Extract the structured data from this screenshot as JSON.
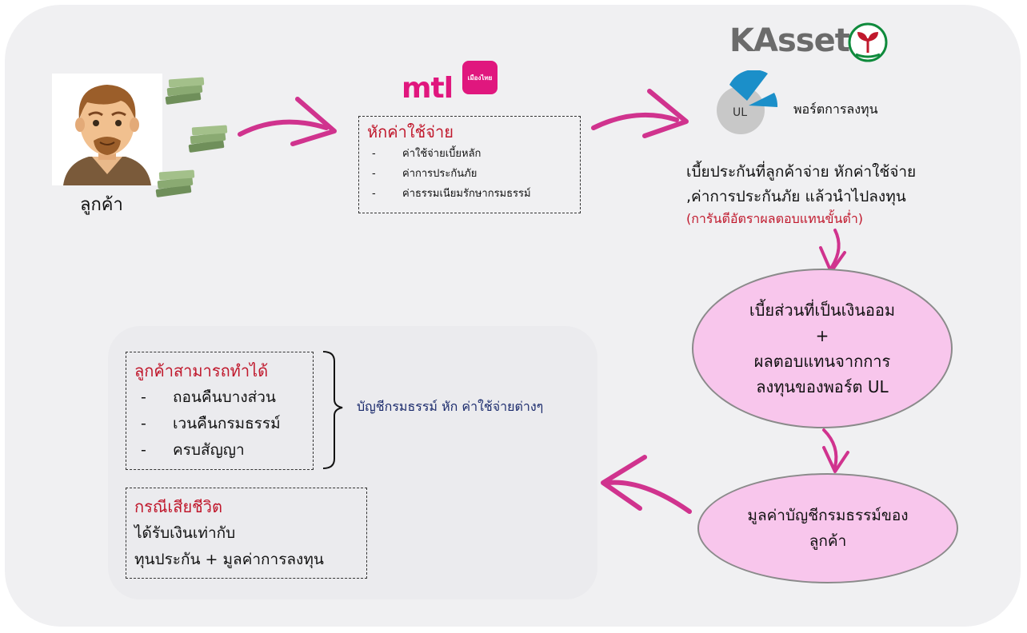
{
  "customer": {
    "label": "ลูกค้า"
  },
  "mtl": {
    "logo_text": "mtl",
    "badge_text": "เมืองไทย",
    "deduction_title": "หักค่าใช้จ่าย",
    "deduction_items": [
      {
        "bullet": "-",
        "text": "ค่าใช้จ่ายเบี้ยหลัก"
      },
      {
        "bullet": "-",
        "text": "ค่าการประกันภัย"
      },
      {
        "bullet": "-",
        "text": "ค่าธรรมเนียมรักษากรมธรรม์"
      }
    ]
  },
  "kasset": {
    "logo_text": "KAsset",
    "pie_label": "UL",
    "portfolio_label": "พอร์ตการลงทุน",
    "description_line1": "เบี้ยประกันที่ลูกค้าจ่าย หักค่าใช้จ่าย",
    "description_line2": ",ค่าการประกันภัย แล้วนำไปลงทุน",
    "guarantee_note": "(การันตีอัตราผลตอบแทนขั้นต่ำ)"
  },
  "savings_ellipse": {
    "line1": "เบี้ยส่วนที่เป็นเงินออม",
    "line2": "+",
    "line3": "ผลตอบแทนจากการ",
    "line4": "ลงทุนของพอร์ต UL"
  },
  "value_ellipse": {
    "line1": "มูลค่าบัญชีกรมธรรม์ของ",
    "line2": "ลูกค้า"
  },
  "options_box": {
    "title": "ลูกค้าสามารถทำได้",
    "items": [
      {
        "bullet": "-",
        "text": "ถอนคืนบางส่วน"
      },
      {
        "bullet": "-",
        "text": "เวนคืนกรมธรรม์"
      },
      {
        "bullet": "-",
        "text": "ครบสัญญา"
      }
    ]
  },
  "account_note": "บัญชีกรมธรรม์ หัก ค่าใช้จ่ายต่างๆ",
  "death_box": {
    "title": "กรณีเสียชีวิต",
    "line1": "ได้รับเงินเท่ากับ",
    "line2": "ทุนประกัน + มูลค่าการลงทุน"
  },
  "colors": {
    "background": "#f0f0f2",
    "arrow": "#d0338e",
    "ellipse_fill": "#f8c6ec",
    "title_red": "#c0182c",
    "mtl_pink": "#e0177e",
    "kasset_green": "#0f8a3c",
    "pie_blue": "#1b8fc9",
    "pie_gray": "#c8c8c8"
  }
}
